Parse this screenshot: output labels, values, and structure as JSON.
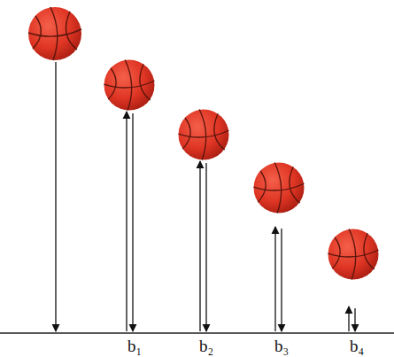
{
  "diagram": {
    "labels": [
      "b₁",
      "b₂",
      "b₃",
      "b₄"
    ]
  }
}
